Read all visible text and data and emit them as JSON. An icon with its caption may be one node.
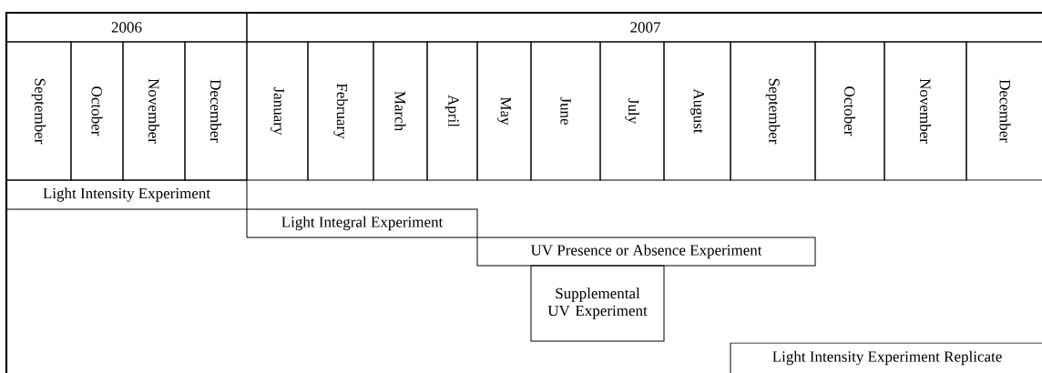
{
  "diagram": {
    "nodes": [
      {
        "text": [
          "2006"
        ]
      },
      {
        "text": [
          "2007"
        ]
      },
      {
        "text": [
          "September"
        ]
      },
      {
        "text": [
          "October"
        ]
      },
      {
        "text": [
          "November"
        ]
      },
      {
        "text": [
          "December"
        ]
      },
      {
        "text": [
          "January"
        ]
      },
      {
        "text": [
          "February"
        ]
      },
      {
        "text": [
          "March"
        ]
      },
      {
        "text": [
          "April"
        ]
      },
      {
        "text": [
          "May"
        ]
      },
      {
        "text": [
          "June"
        ]
      },
      {
        "text": [
          "July"
        ]
      },
      {
        "text": [
          "August"
        ]
      },
      {
        "text": [
          "September"
        ]
      },
      {
        "text": [
          "October"
        ]
      },
      {
        "text": [
          "November"
        ]
      },
      {
        "text": [
          "December"
        ]
      },
      {
        "text": [
          "Light Intensity Experiment"
        ]
      },
      {
        "text": [
          "Light Integral Experiment"
        ]
      },
      {
        "text": [
          "UV Presence or Absence Experiment"
        ]
      },
      {
        "text": [
          "Supplemental UV Experiment"
        ]
      },
      {
        "text": [
          "Light Intensity Experiment Replicate"
        ]
      }
    ]
  }
}
